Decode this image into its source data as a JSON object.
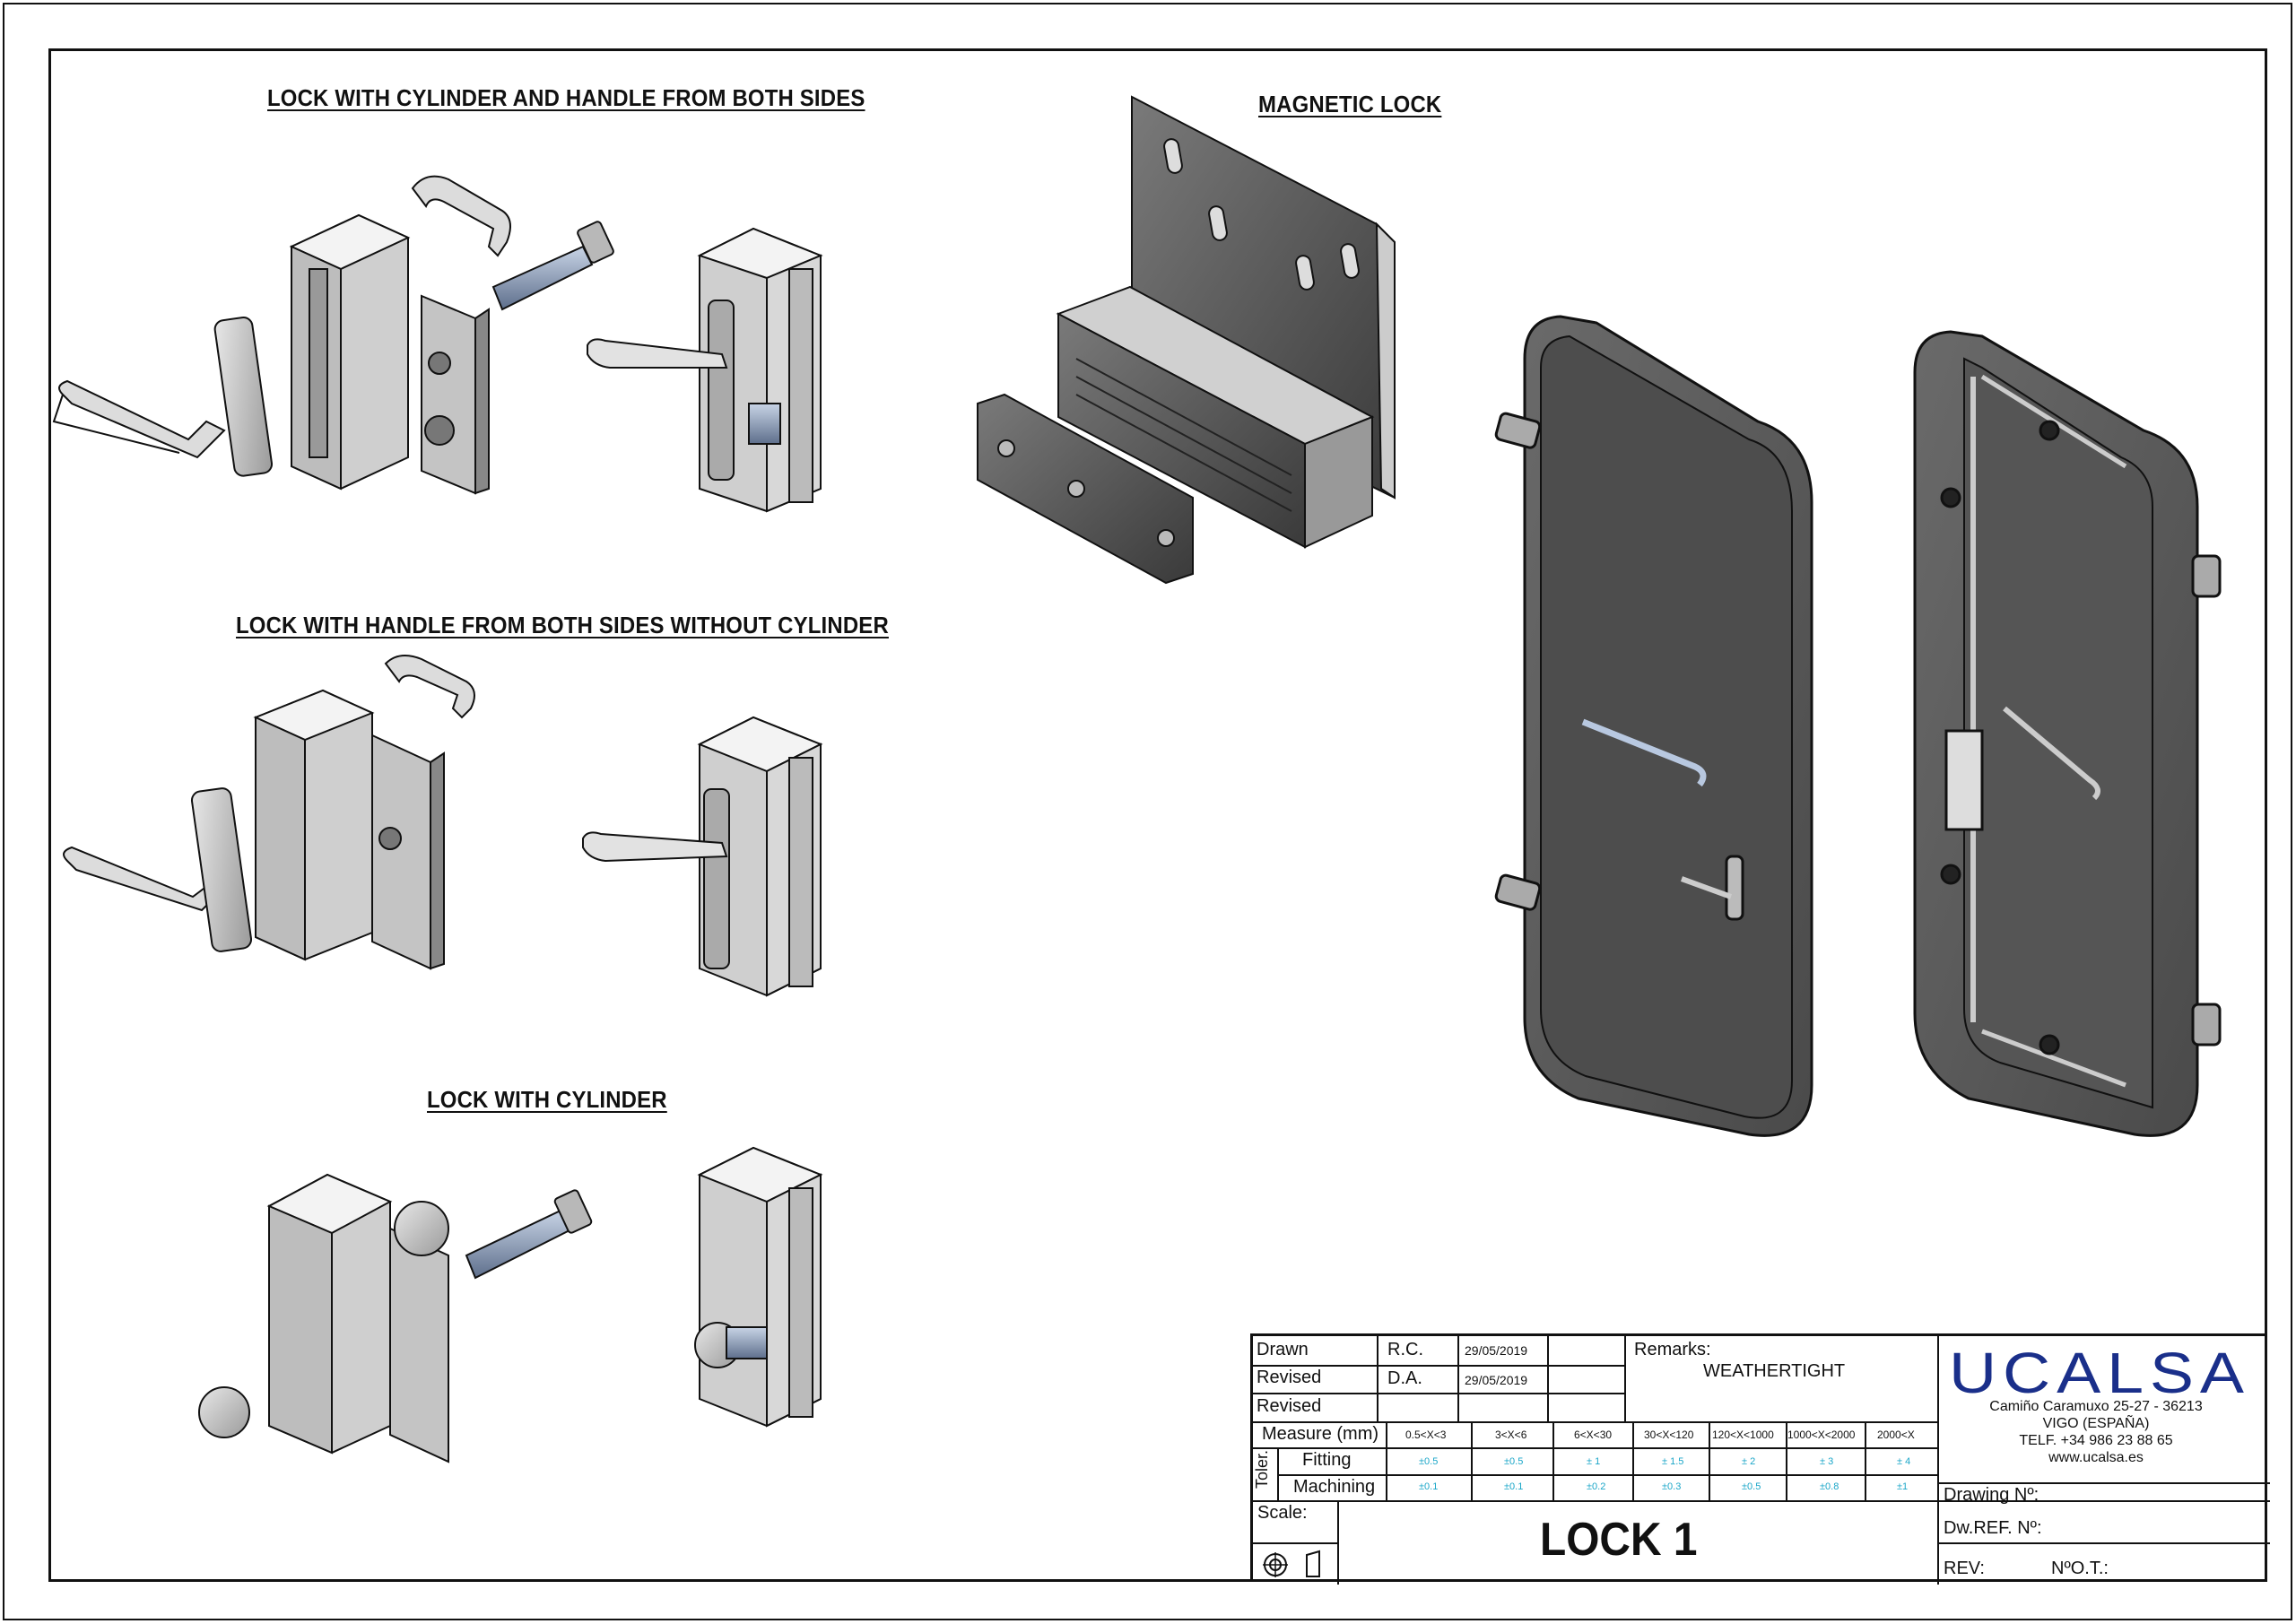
{
  "titles": {
    "lock_cyl_handle": "LOCK WITH CYLINDER AND HANDLE FROM BOTH SIDES",
    "lock_handle_no_cyl": "LOCK WITH HANDLE FROM BOTH SIDES WITHOUT CYLINDER",
    "lock_cylinder": "LOCK WITH CYLINDER",
    "magnetic_lock": "MAGNETIC LOCK"
  },
  "title_block": {
    "rows": [
      {
        "label": "Drawn",
        "initials": "R.C.",
        "date": "29/05/2019"
      },
      {
        "label": "Revised",
        "initials": "D.A.",
        "date": "29/05/2019"
      },
      {
        "label": "Revised",
        "initials": "",
        "date": ""
      }
    ],
    "remarks_label": "Remarks:",
    "remarks_value": "WEATHERTIGHT",
    "measure_label": "Measure (mm)",
    "ranges": [
      "0.5<X<3",
      "3<X<6",
      "6<X<30",
      "30<X<120",
      "120<X<1000",
      "1000<X<2000",
      "2000<X"
    ],
    "toler_label": "Toler.",
    "fitting_label": "Fitting",
    "fitting_values": [
      "±0.5",
      "±0.5",
      "± 1",
      "± 1.5",
      "± 2",
      "± 3",
      "± 4"
    ],
    "machining_label": "Machining",
    "machining_values": [
      "±0.1",
      "±0.1",
      "±0.2",
      "±0.3",
      "±0.5",
      "±0.8",
      "±1"
    ],
    "scale_label": "Scale:",
    "drawing_title": "LOCK 1",
    "drawing_no_label": "Drawing Nº:",
    "dw_ref_label": "Dw.REF. Nº:",
    "rev_label": "REV:",
    "ot_label": "NºO.T.:"
  },
  "company": {
    "logo": "UCALSA",
    "address": "Camiño Caramuxo 25-27 - 36213",
    "city": "VIGO (ESPAÑA)",
    "phone": "TELF. +34 986 23 88 65",
    "web": "www.ucalsa.es",
    "brand_color": "#1a2f8a"
  }
}
